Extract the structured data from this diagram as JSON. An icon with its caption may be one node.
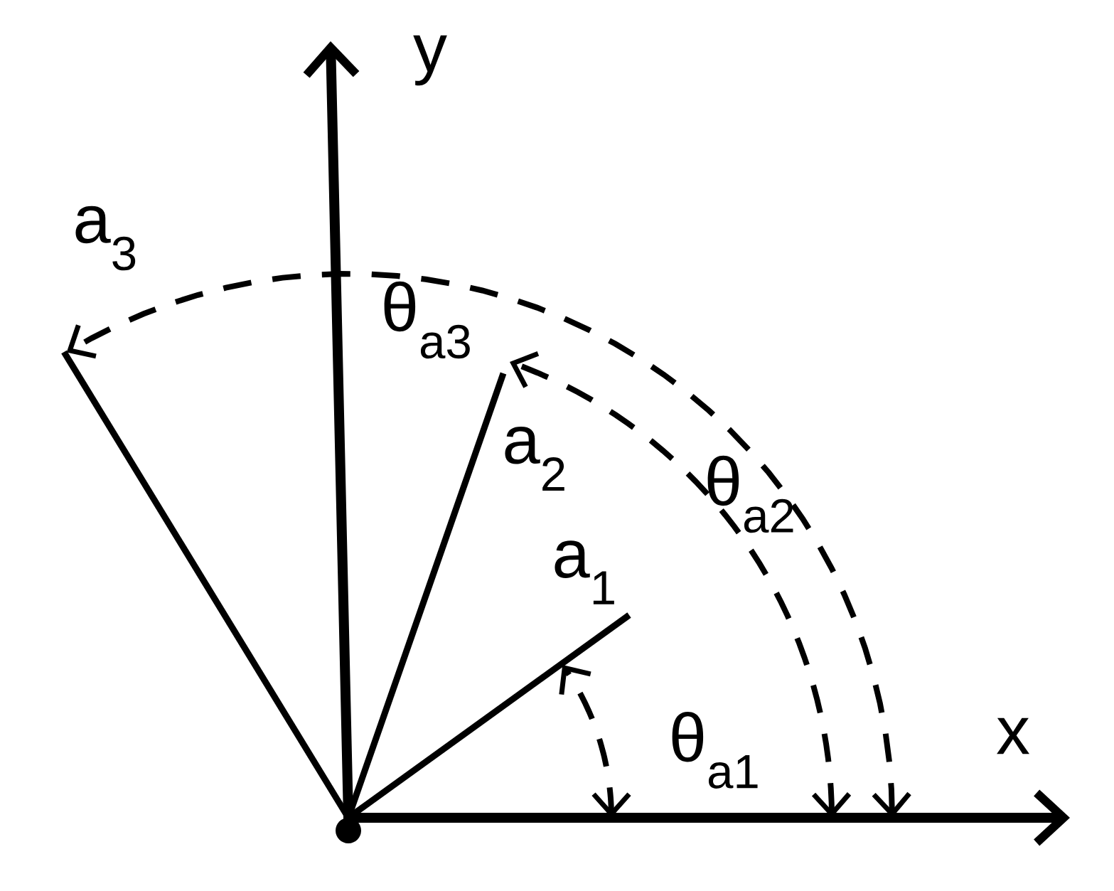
{
  "diagram": {
    "labels": [
      "y",
      "a$_{3}$",
      "θ$_{a3}$",
      "a$_{2}$",
      "θ$_{a2}$",
      "a$_{1}$",
      "x",
      "θ$_{a1}$"
    ]
  }
}
